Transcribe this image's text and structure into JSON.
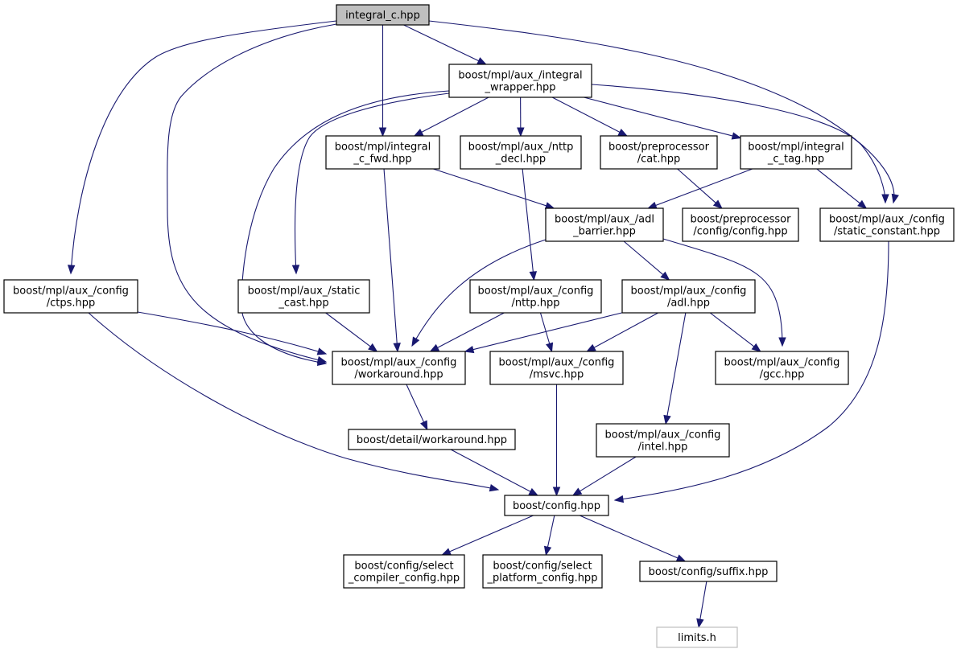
{
  "diagram": {
    "title": "integral_c.hpp include dependency graph",
    "colors": {
      "edge": "#191970",
      "root_fill": "#bfbfbf",
      "node_border": "#000000",
      "external_border": "#bfbfbf"
    },
    "nodes": [
      {
        "id": "n0",
        "lines": [
          "integral_c.hpp"
        ],
        "kind": "root"
      },
      {
        "id": "n1",
        "lines": [
          "boost/mpl/aux_/integral",
          "_wrapper.hpp"
        ]
      },
      {
        "id": "n2",
        "lines": [
          "boost/mpl/integral",
          "_c_fwd.hpp"
        ]
      },
      {
        "id": "n3",
        "lines": [
          "boost/mpl/aux_/nttp",
          "_decl.hpp"
        ]
      },
      {
        "id": "n4",
        "lines": [
          "boost/preprocessor",
          "/cat.hpp"
        ]
      },
      {
        "id": "n5",
        "lines": [
          "boost/mpl/integral",
          "_c_tag.hpp"
        ]
      },
      {
        "id": "n6",
        "lines": [
          "boost/mpl/aux_/adl",
          "_barrier.hpp"
        ]
      },
      {
        "id": "n7",
        "lines": [
          "boost/preprocessor",
          "/config/config.hpp"
        ]
      },
      {
        "id": "n8",
        "lines": [
          "boost/mpl/aux_/config",
          "/static_constant.hpp"
        ]
      },
      {
        "id": "n9",
        "lines": [
          "boost/mpl/aux_/config",
          "/ctps.hpp"
        ]
      },
      {
        "id": "n10",
        "lines": [
          "boost/mpl/aux_/static",
          "_cast.hpp"
        ]
      },
      {
        "id": "n11",
        "lines": [
          "boost/mpl/aux_/config",
          "/nttp.hpp"
        ]
      },
      {
        "id": "n12",
        "lines": [
          "boost/mpl/aux_/config",
          "/adl.hpp"
        ]
      },
      {
        "id": "n13",
        "lines": [
          "boost/mpl/aux_/config",
          "/workaround.hpp"
        ]
      },
      {
        "id": "n14",
        "lines": [
          "boost/mpl/aux_/config",
          "/msvc.hpp"
        ]
      },
      {
        "id": "n15",
        "lines": [
          "boost/mpl/aux_/config",
          "/gcc.hpp"
        ]
      },
      {
        "id": "n16",
        "lines": [
          "boost/detail/workaround.hpp"
        ]
      },
      {
        "id": "n17",
        "lines": [
          "boost/mpl/aux_/config",
          "/intel.hpp"
        ]
      },
      {
        "id": "n18",
        "lines": [
          "boost/config.hpp"
        ]
      },
      {
        "id": "n19",
        "lines": [
          "boost/config/select",
          "_compiler_config.hpp"
        ]
      },
      {
        "id": "n20",
        "lines": [
          "boost/config/select",
          "_platform_config.hpp"
        ]
      },
      {
        "id": "n21",
        "lines": [
          "boost/config/suffix.hpp"
        ]
      },
      {
        "id": "n22",
        "lines": [
          "limits.h"
        ],
        "kind": "external"
      }
    ],
    "edges": [
      [
        "n0",
        "n1"
      ],
      [
        "n0",
        "n2"
      ],
      [
        "n0",
        "n8"
      ],
      [
        "n0",
        "n9"
      ],
      [
        "n0",
        "n13"
      ],
      [
        "n1",
        "n2"
      ],
      [
        "n1",
        "n3"
      ],
      [
        "n1",
        "n4"
      ],
      [
        "n1",
        "n5"
      ],
      [
        "n1",
        "n8"
      ],
      [
        "n1",
        "n10"
      ],
      [
        "n1",
        "n13"
      ],
      [
        "n2",
        "n6"
      ],
      [
        "n2",
        "n13"
      ],
      [
        "n3",
        "n11"
      ],
      [
        "n4",
        "n7"
      ],
      [
        "n5",
        "n6"
      ],
      [
        "n5",
        "n8"
      ],
      [
        "n6",
        "n12"
      ],
      [
        "n6",
        "n13"
      ],
      [
        "n6",
        "n15"
      ],
      [
        "n8",
        "n18"
      ],
      [
        "n9",
        "n13"
      ],
      [
        "n9",
        "n18"
      ],
      [
        "n10",
        "n13"
      ],
      [
        "n11",
        "n13"
      ],
      [
        "n11",
        "n14"
      ],
      [
        "n12",
        "n13"
      ],
      [
        "n12",
        "n14"
      ],
      [
        "n12",
        "n15"
      ],
      [
        "n12",
        "n17"
      ],
      [
        "n13",
        "n16"
      ],
      [
        "n14",
        "n18"
      ],
      [
        "n16",
        "n18"
      ],
      [
        "n17",
        "n18"
      ],
      [
        "n18",
        "n19"
      ],
      [
        "n18",
        "n20"
      ],
      [
        "n18",
        "n21"
      ],
      [
        "n21",
        "n22"
      ]
    ]
  }
}
